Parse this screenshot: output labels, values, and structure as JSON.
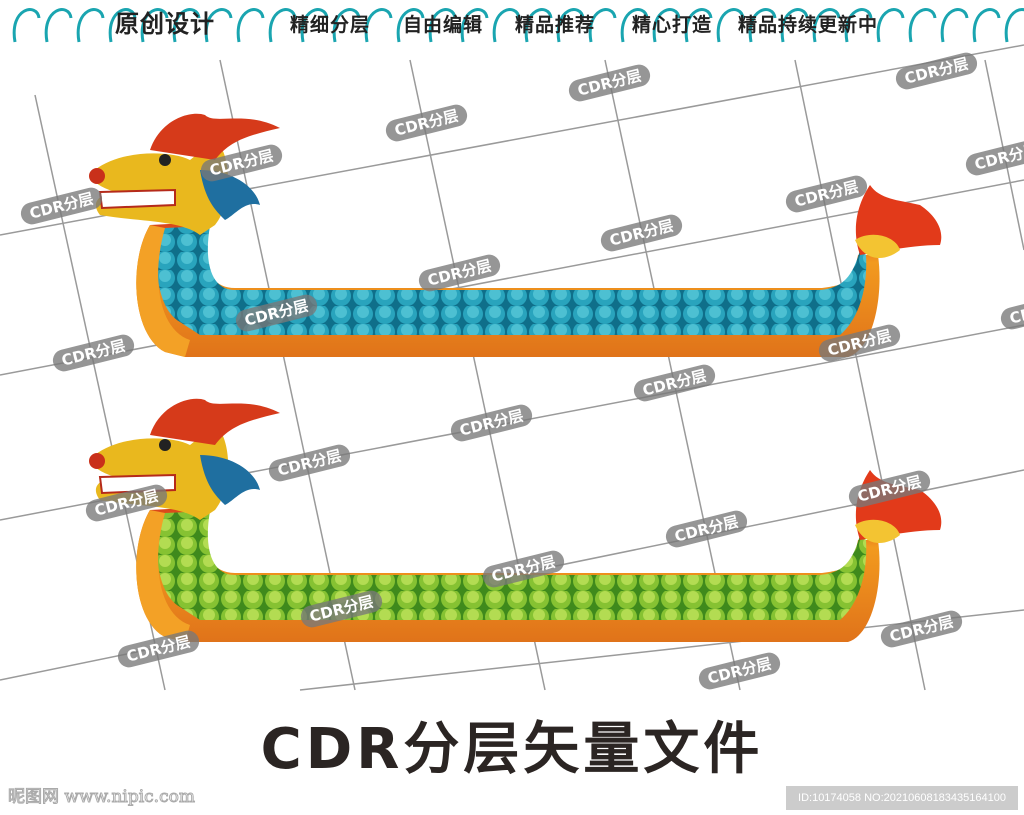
{
  "header": {
    "main": "原创设计",
    "tags": [
      "精细分层",
      "自由编辑",
      "精品推荐",
      "精心打造",
      "精品持续更新中"
    ]
  },
  "watermark": "CDR分层",
  "title": "CDR分层矢量文件",
  "footer": {
    "site": "昵图网 www.nipic.com",
    "id": "ID:10174058 NO:20210608183435164100"
  },
  "colors": {
    "boat1_scales": "#1c93ad",
    "boat2_scales": "#7ab62a",
    "hull": "#f08a1a",
    "border_wave": "#1aa5b0"
  },
  "illustrations": [
    {
      "name": "dragon-boat-blue"
    },
    {
      "name": "dragon-boat-green"
    }
  ]
}
